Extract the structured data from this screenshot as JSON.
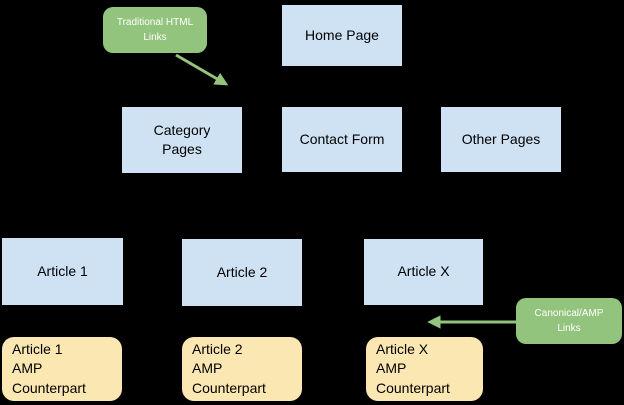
{
  "colors": {
    "bg": "#000000",
    "box_blue": "#cfe2f3",
    "box_yellow": "#fbe7b1",
    "green": "#93c47d",
    "text_dark": "#000000",
    "text_light": "#ffffff"
  },
  "nodes": {
    "home_page": {
      "label": "Home Page"
    },
    "category_pages": {
      "label": "Category\nPages"
    },
    "contact_form": {
      "label": "Contact Form"
    },
    "other_pages": {
      "label": "Other Pages"
    },
    "article_1": {
      "label": "Article 1"
    },
    "article_2": {
      "label": "Article 2"
    },
    "article_x": {
      "label": "Article X"
    },
    "article_1_amp": {
      "label": "Article 1\nAMP\nCounterpart"
    },
    "article_2_amp": {
      "label": "Article 2\nAMP\nCounterpart"
    },
    "article_x_amp": {
      "label": "Article X\nAMP\nCounterpart"
    }
  },
  "callouts": {
    "traditional_html_links": {
      "label": "Traditional HTML\nLinks"
    },
    "canonical_amp_links": {
      "label": "Canonical/AMP\nLinks"
    }
  }
}
